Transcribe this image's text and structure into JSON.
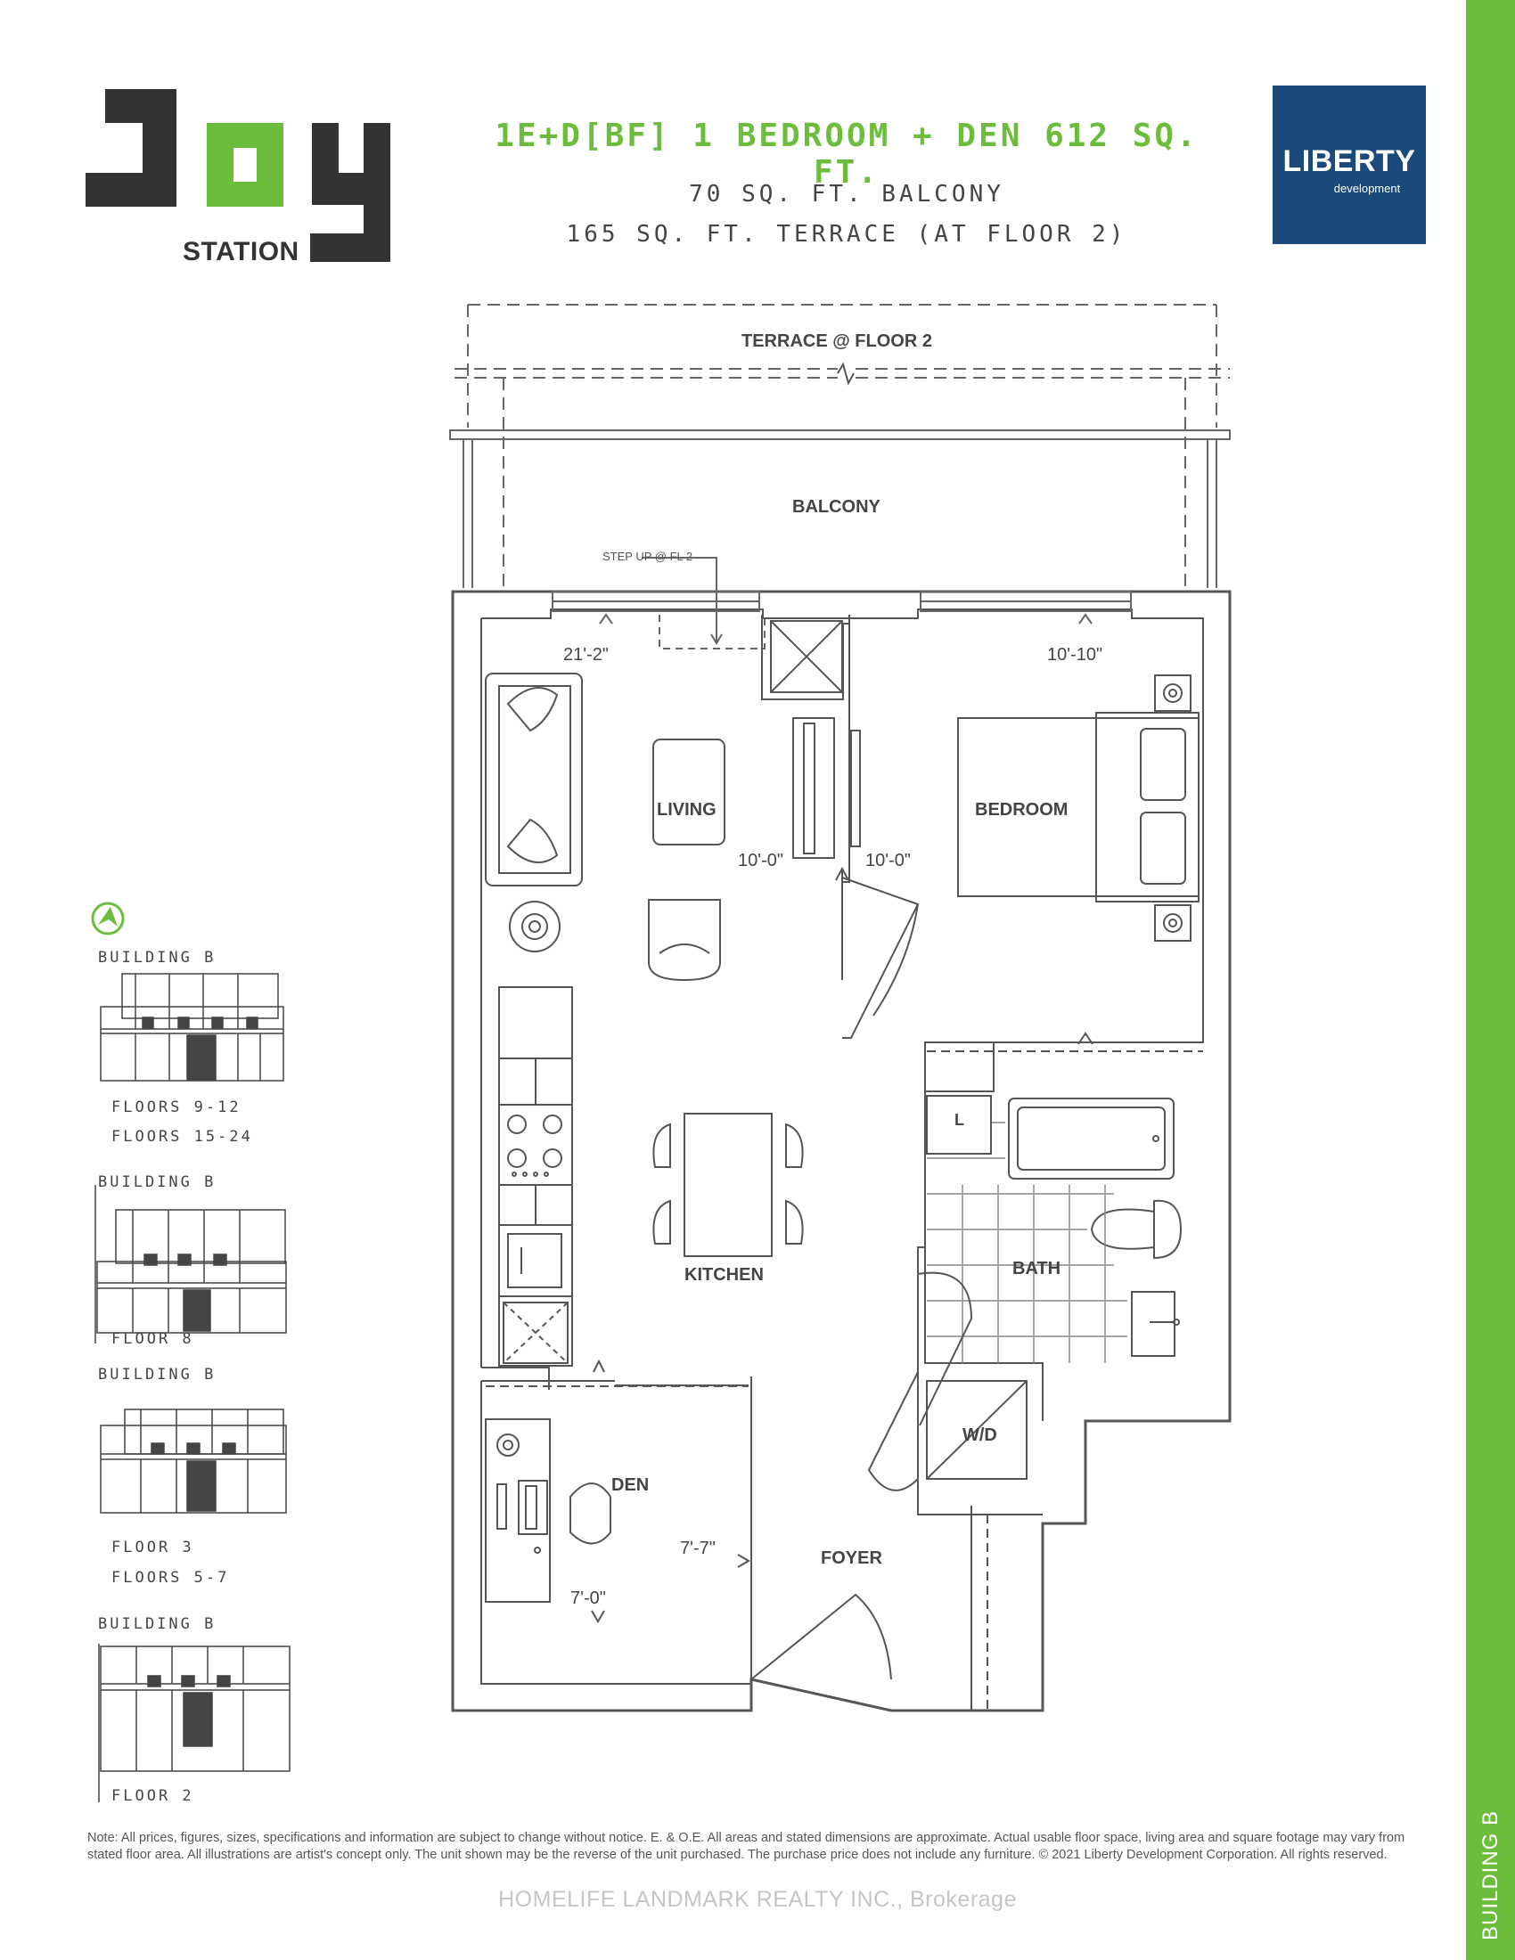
{
  "project": {
    "logo_text": "JOY",
    "station_text": "STATION"
  },
  "unit": {
    "title": "1E+D[BF] 1 BEDROOM + DEN 612 SQ. FT.",
    "balcony": "70 SQ. FT. BALCONY",
    "terrace": "165 SQ. FT. TERRACE (AT FLOOR 2)"
  },
  "brand": {
    "name": "LIBERTY",
    "sub": "development",
    "color": "#1a4a7a"
  },
  "accent_color": "#6cbd3c",
  "side_tab": "BUILDING B",
  "plan": {
    "rooms": {
      "terrace": "TERRACE @ FLOOR 2",
      "balcony": "BALCONY",
      "step_up": "STEP UP @ FL 2",
      "living": "LIVING",
      "bedroom": "BEDROOM",
      "kitchen": "KITCHEN",
      "bath": "BATH",
      "den": "DEN",
      "foyer": "FOYER",
      "wd": "W/D",
      "linen": "L"
    },
    "dimensions": {
      "living_width": "21'-2\"",
      "living_depth": "10'-0\"",
      "bedroom_width": "10'-10\"",
      "bedroom_depth": "10'-0\"",
      "den_depth": "7'-7\"",
      "den_width": "7'-0\""
    }
  },
  "key_plans": [
    {
      "building": "BUILDING B",
      "floors": [
        "FLOORS 9-12",
        "FLOORS 15-24"
      ]
    },
    {
      "building": "BUILDING B",
      "floors": [
        "FLOOR 8"
      ]
    },
    {
      "building": "BUILDING B",
      "floors": [
        "FLOOR 3",
        "FLOORS 5-7"
      ]
    },
    {
      "building": "BUILDING B",
      "floors": [
        "FLOOR 2"
      ]
    }
  ],
  "footnote": "Note: All prices, figures, sizes, specifications and information are subject to change without notice. E. & O.E. All areas and stated dimensions are approximate. Actual usable floor space, living area and square footage may vary from stated floor area. All illustrations are artist's concept only. The unit shown may be the reverse of the unit purchased. The purchase price does not include any furniture. © 2021 Liberty Development Corporation. All rights reserved.",
  "watermark": "HOMELIFE LANDMARK REALTY INC., Brokerage"
}
